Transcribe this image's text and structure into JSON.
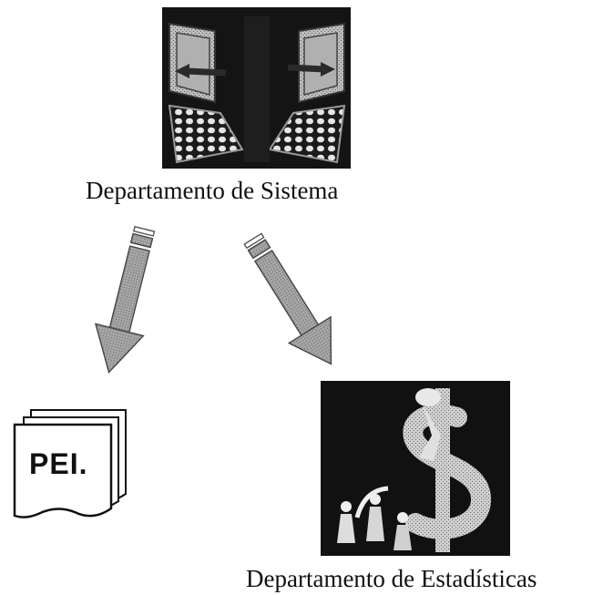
{
  "top_node": {
    "label": "Departamento de Sistema",
    "icon": "networked-computers-icon"
  },
  "left_node": {
    "label": "PEI.",
    "icon": "document-stack-icon"
  },
  "right_node": {
    "label": "Departamento de Estadísticas",
    "icon": "dollar-sign-people-icon"
  },
  "colors": {
    "arrow_fill": "#9a9a9a",
    "image_background": "#111111",
    "text": "#111111"
  }
}
